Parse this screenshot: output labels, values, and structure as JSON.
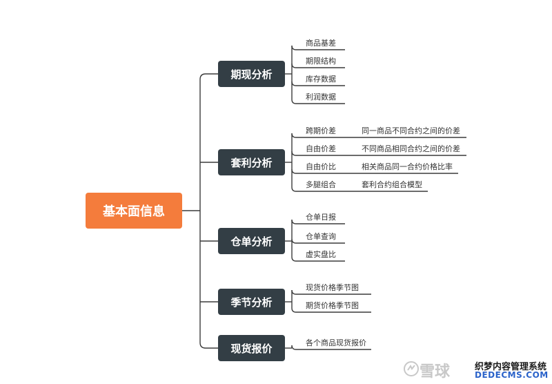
{
  "root": {
    "label": "基本面信息"
  },
  "branches": [
    {
      "label": "期现分析",
      "leaves": [
        {
          "label": "商品基差"
        },
        {
          "label": "期限结构"
        },
        {
          "label": "库存数据"
        },
        {
          "label": "利润数据"
        }
      ]
    },
    {
      "label": "套利分析",
      "leaves": [
        {
          "label": "跨期价差",
          "detail": "同一商品不同合约之间的价差"
        },
        {
          "label": "自由价差",
          "detail": "不同商品相同合约之间的价差"
        },
        {
          "label": "自由价比",
          "detail": "相关商品同一合约价格比率"
        },
        {
          "label": "多腿组合",
          "detail": "套利合约组合模型"
        }
      ]
    },
    {
      "label": "仓单分析",
      "leaves": [
        {
          "label": "仓单日报"
        },
        {
          "label": "仓单查询"
        },
        {
          "label": "虚实盘比"
        }
      ]
    },
    {
      "label": "季节分析",
      "leaves": [
        {
          "label": "现货价格季节图"
        },
        {
          "label": "期货价格季节图"
        }
      ]
    },
    {
      "label": "现货报价",
      "leaves": [
        {
          "label": "各个商品现货报价"
        }
      ]
    }
  ],
  "watermark": {
    "logo_text": "雪球",
    "site_name": "织梦内容管理系统",
    "site_url": "DEDECMS.COM"
  },
  "colors": {
    "root_fill": "#f47c3c",
    "node_fill": "#333e45",
    "line": "#3a3a3a",
    "text": "#333333"
  }
}
